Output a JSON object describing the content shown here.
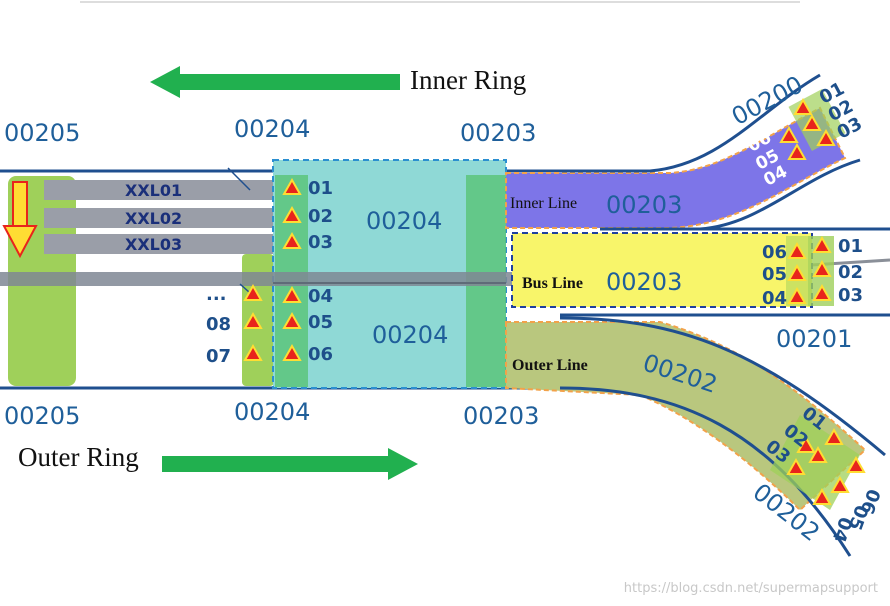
{
  "ring_labels": {
    "inner": "Inner Ring",
    "outer": "Outer Ring"
  },
  "zone_ids": {
    "z205_top": "00205",
    "z204_top": "00204",
    "z203_top": "00203",
    "z205_bottom": "00205",
    "z204_bottom": "00204",
    "z203_bottom": "00203",
    "z204_upper_center": "00204",
    "z204_lower_center": "00204",
    "z200": "00200",
    "z201": "00201",
    "z202_label": "00202",
    "z202_bottom": "00202",
    "z203_inner": "00203",
    "z203_bus": "00203"
  },
  "lanes": [
    "XXL01",
    "XXL02",
    "XXL03"
  ],
  "branch_lines": {
    "inner": "Inner Line",
    "bus": "Bus Line",
    "outer": "Outer Line"
  },
  "sensor_numbers": {
    "upper": [
      "01",
      "02",
      "03"
    ],
    "lower": [
      "04",
      "05",
      "06"
    ],
    "left": [
      "...",
      "08",
      "07"
    ],
    "inner_branch_right": [
      "01",
      "02",
      "03"
    ],
    "inner_branch_left": [
      "06",
      "05",
      "04"
    ],
    "bus_left": [
      "06",
      "05",
      "04"
    ],
    "bus_right": [
      "01",
      "02",
      "03"
    ],
    "outer_branch_a": [
      "01",
      "02",
      "03"
    ],
    "outer_branch_b": [
      "06",
      "05",
      "04"
    ]
  },
  "colors": {
    "road_edge": "#1f4f8f",
    "green_zone": "#9fd05a",
    "teal_zone": "#8fd9d6",
    "inner_branch": "#7d75e8",
    "bus_branch": "#f8f56a",
    "outer_branch": "#b9c77e",
    "arrow_green": "#21b04f",
    "triangle_red": "#e8241c"
  },
  "watermark": "https://blog.csdn.net/supermapsupport"
}
